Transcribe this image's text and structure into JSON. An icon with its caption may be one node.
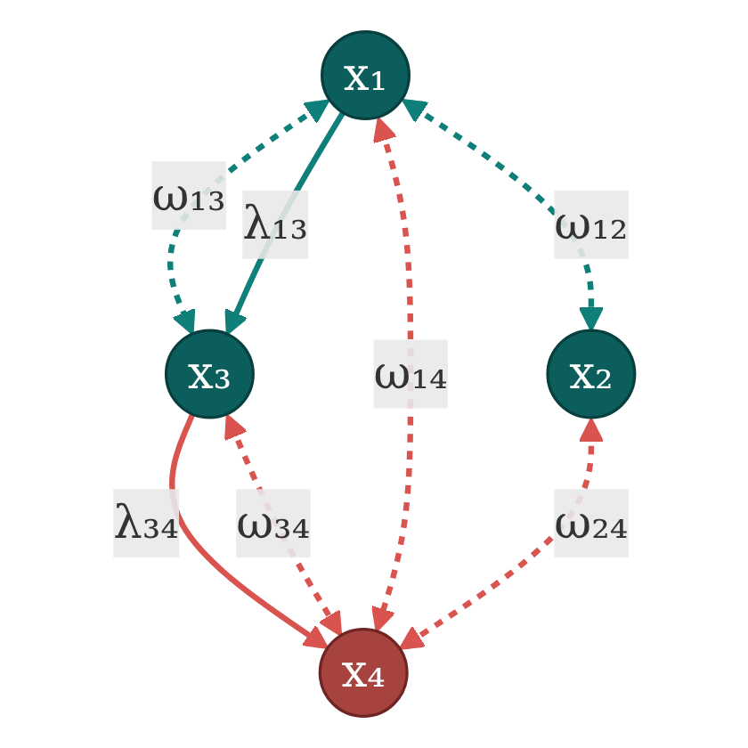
{
  "diagram": {
    "nodes": [
      {
        "text": [
          "x₁"
        ]
      },
      {
        "text": [
          "x₂"
        ]
      },
      {
        "text": [
          "x₃"
        ]
      },
      {
        "text": [
          "x₄"
        ]
      }
    ],
    "edges": [
      {
        "from": 0,
        "to": 1,
        "arrow": "both",
        "label": "ω₁₂",
        "style": "dashed",
        "color": "#0f7f7a"
      },
      {
        "from": 0,
        "to": 2,
        "arrow": "both",
        "label": "ω₁₃",
        "style": "dashed",
        "color": "#0f7f7a"
      },
      {
        "from": 0,
        "to": 2,
        "arrow": "to",
        "label": "λ₁₃",
        "color": "#0f7f7a"
      },
      {
        "from": 2,
        "to": 3,
        "arrow": "to",
        "label": "λ₃₄",
        "color": "#d9534f"
      },
      {
        "from": 2,
        "to": 3,
        "arrow": "both",
        "label": "ω₃₄",
        "style": "dashed",
        "color": "#d9534f"
      },
      {
        "from": 0,
        "to": 3,
        "arrow": "both",
        "label": "ω₁₄",
        "style": "dashed",
        "color": "#d9534f"
      },
      {
        "from": 1,
        "to": 3,
        "arrow": "both",
        "label": "ω₂₄",
        "style": "dashed",
        "color": "#d9534f"
      }
    ]
  }
}
